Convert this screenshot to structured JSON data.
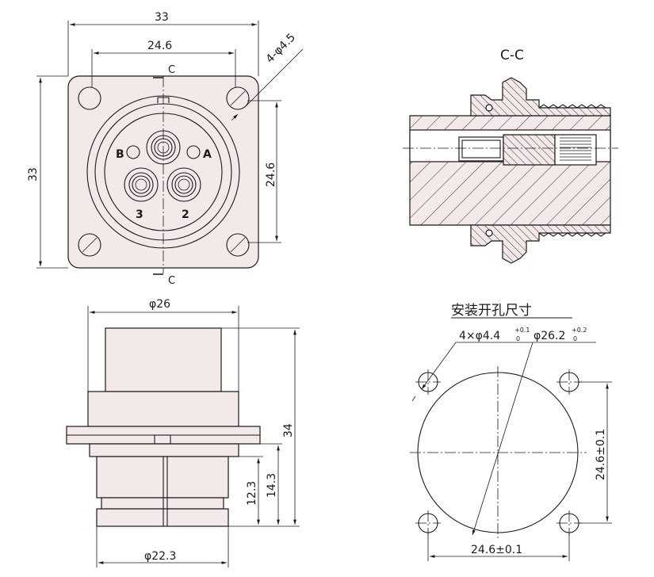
{
  "front_view": {
    "width_dim": "33",
    "hole_spacing_dim": "24.6",
    "hole_callout": "4-φ4.5",
    "height_dim": "33",
    "height_spacing_dim": "24.6",
    "section_mark_top": "C",
    "section_mark_bottom": "C",
    "pin_labels": {
      "b": "B",
      "a": "A",
      "three": "3",
      "two": "2"
    }
  },
  "section_view": {
    "title": "C-C"
  },
  "side_view": {
    "top_diameter": "φ26",
    "bottom_diameter": "φ22.3",
    "total_height": "34",
    "height_a": "12.3",
    "height_b": "14.3"
  },
  "mounting_cutout": {
    "title": "安装开孔尺寸",
    "hole_callout_main": "4×φ4.4",
    "hole_tol_upper": "+0.1",
    "hole_tol_lower": "0",
    "circle_callout_main": "φ26.2",
    "circle_tol_upper": "+0.2",
    "circle_tol_lower": "0",
    "vertical_spacing": "24.6±0.1",
    "horizontal_spacing": "24.6±0.1"
  },
  "colors": {
    "line": "#1a1a1a",
    "body_fill": "#f3e9e9",
    "background": "#ffffff"
  }
}
